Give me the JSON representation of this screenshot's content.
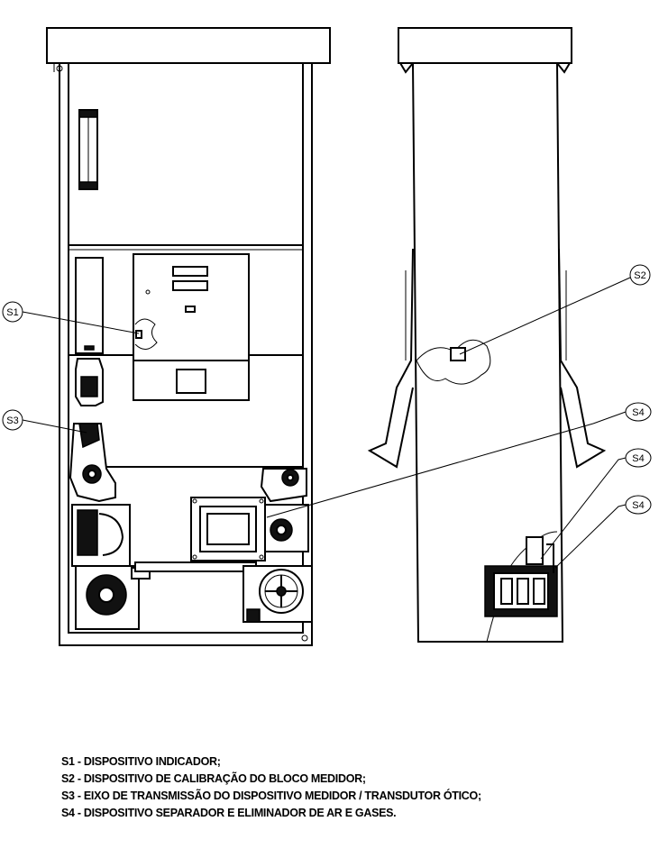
{
  "callouts": {
    "s1": "S1",
    "s2": "S2",
    "s3": "S3",
    "s4a": "S4",
    "s4b": "S4",
    "s4c": "S4"
  },
  "legend": [
    "S1 - DISPOSITIVO INDICADOR;",
    "S2 - DISPOSITIVO DE CALIBRAÇÃO DO BLOCO MEDIDOR;",
    "S3 - EIXO DE TRANSMISSÃO DO DISPOSITIVO MEDIDOR / TRANSDUTOR ÓTICO;",
    "S4 - DISPOSITIVO SEPARADOR E ELIMINADOR DE AR E GASES."
  ]
}
